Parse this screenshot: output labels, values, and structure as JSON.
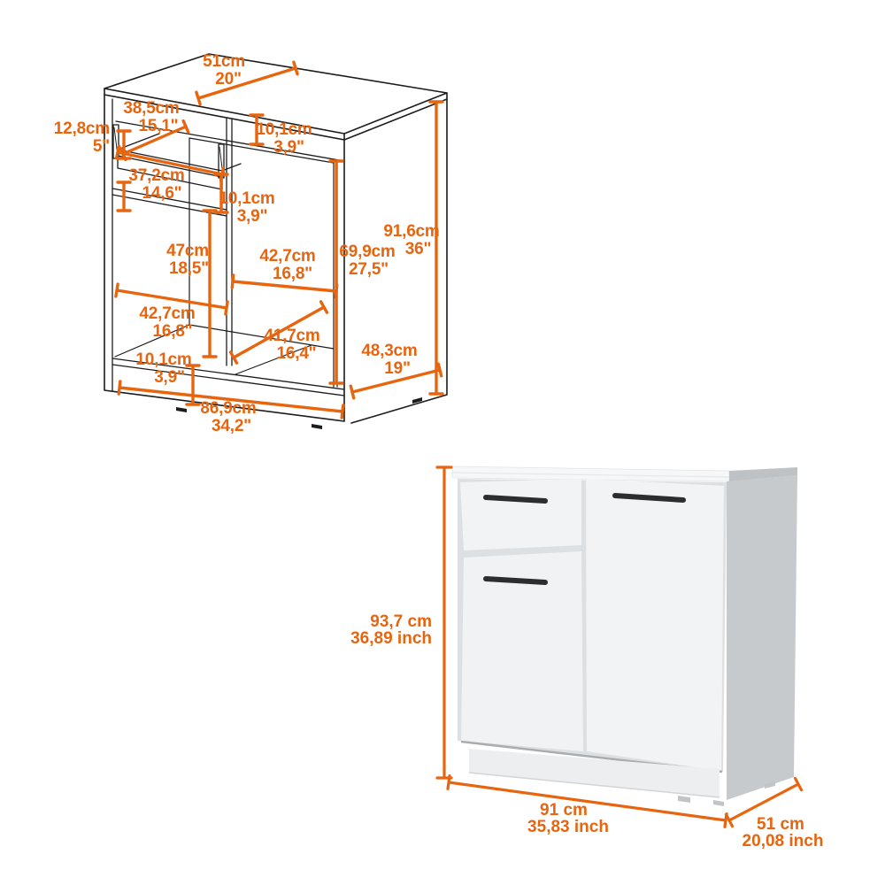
{
  "figure": {
    "kind": "furniture-dimension-sheet",
    "accent_color": "#E8650F",
    "line_color": "#1C1C1C",
    "background": "#FFFFFF"
  },
  "drawing": {
    "dims": [
      {
        "cm": "51cm",
        "inch": "20\""
      },
      {
        "cm": "38,5cm",
        "inch": "15,1\""
      },
      {
        "cm": "12,8cm",
        "inch": "5\""
      },
      {
        "cm": "10,1cm",
        "inch": "3,9\""
      },
      {
        "cm": "37,2cm",
        "inch": "14,6\""
      },
      {
        "cm": "10,1cm",
        "inch": "3,9\""
      },
      {
        "cm": "47cm",
        "inch": "18,5\""
      },
      {
        "cm": "42,7cm",
        "inch": "16,8\""
      },
      {
        "cm": "69,9cm",
        "inch": "27,5\""
      },
      {
        "cm": "91,6cm",
        "inch": "36\""
      },
      {
        "cm": "42,7cm",
        "inch": "16,8\""
      },
      {
        "cm": "41,7cm",
        "inch": "16,4\""
      },
      {
        "cm": "48,3cm",
        "inch": "19\""
      },
      {
        "cm": "10,1cm",
        "inch": "3,9\""
      },
      {
        "cm": "86,9cm",
        "inch": "34,2\""
      }
    ]
  },
  "render": {
    "dims": [
      {
        "cm": "93,7 cm",
        "inch": "36,89 inch"
      },
      {
        "cm": "91 cm",
        "inch": "35,83 inch"
      },
      {
        "cm": "51 cm",
        "inch": "20,08 inch"
      }
    ]
  }
}
